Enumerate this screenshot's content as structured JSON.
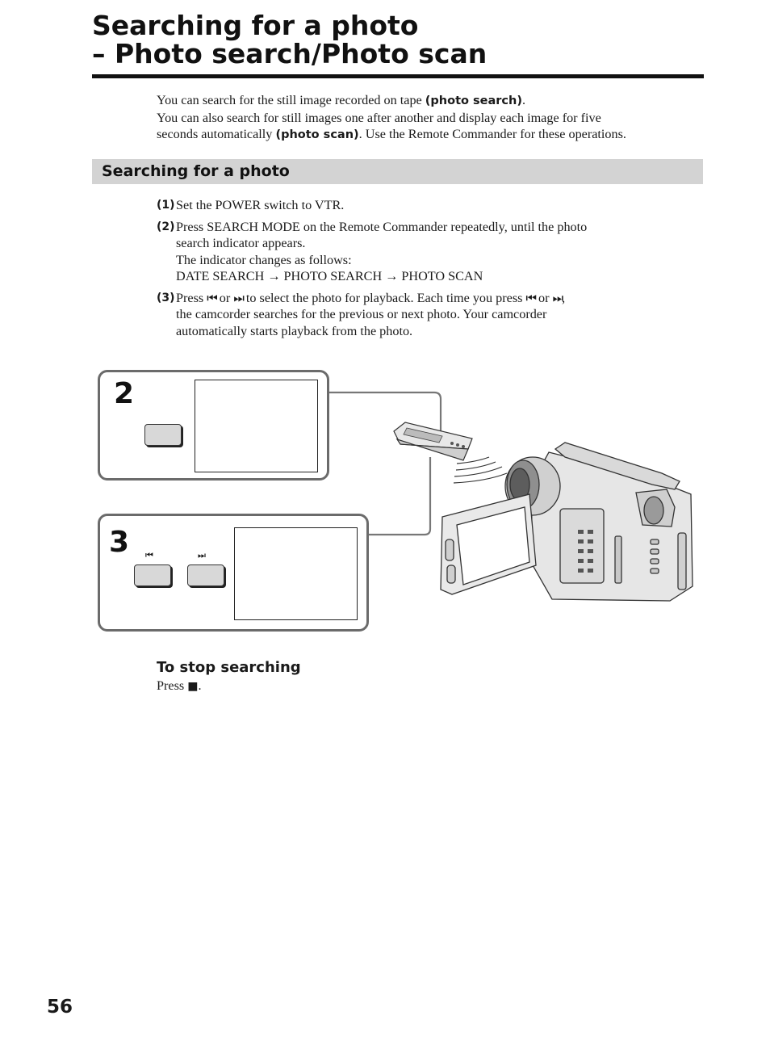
{
  "title": {
    "line1": "Searching for a photo",
    "line2": "– Photo search/Photo scan"
  },
  "intro": {
    "l1_a": "You can search for the still image recorded on tape ",
    "l1_b": "(photo search)",
    "l1_c": ".",
    "l2": "You can also search for still images one after another and display each image for five",
    "l3_a": "seconds automatically ",
    "l3_b": "(photo scan)",
    "l3_c": ". Use the Remote Commander for these operations."
  },
  "section": {
    "heading": "Searching for a photo"
  },
  "steps": [
    {
      "num": "(1)",
      "lines": [
        "Set the POWER switch to VTR."
      ]
    },
    {
      "num": "(2)",
      "lines": [
        "Press SEARCH MODE on the Remote Commander repeatedly, until the photo",
        "search indicator appears.",
        "The indicator changes as follows:",
        "DATE SEARCH → PHOTO SEARCH → PHOTO SCAN"
      ]
    },
    {
      "num": "(3)",
      "l1_a": "Press ",
      "prev_glyph": "⏮",
      "l1_b": " or ",
      "next_glyph": "⏭",
      "l1_c": " to select the photo for playback. Each time you press ",
      "l1_d": " or ",
      "l1_e": ",",
      "l2": "the camcorder searches for the previous or next photo. Your camcorder",
      "l3": "automatically starts playback from the photo."
    }
  ],
  "figure": {
    "panel2_number": "2",
    "panel3_number": "3",
    "prev_icon": "⏮",
    "next_icon": "⏭"
  },
  "stop": {
    "heading": "To stop searching",
    "text_a": "Press ",
    "stop_glyph": "■",
    "text_b": "."
  },
  "page_number": "56"
}
